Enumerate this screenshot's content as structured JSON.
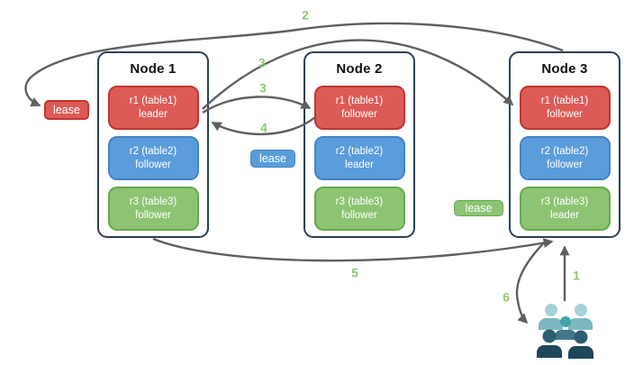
{
  "nodes": [
    {
      "title": "Node 1",
      "replicas": [
        {
          "name": "r1 (table1)",
          "role": "leader",
          "color": "red"
        },
        {
          "name": "r2 (table2)",
          "role": "follower",
          "color": "blue"
        },
        {
          "name": "r3 (table3)",
          "role": "follower",
          "color": "green"
        }
      ]
    },
    {
      "title": "Node 2",
      "replicas": [
        {
          "name": "r1 (table1)",
          "role": "follower",
          "color": "red"
        },
        {
          "name": "r2 (table2)",
          "role": "leader",
          "color": "blue"
        },
        {
          "name": "r3 (table3)",
          "role": "follower",
          "color": "green"
        }
      ]
    },
    {
      "title": "Node 3",
      "replicas": [
        {
          "name": "r1 (table1)",
          "role": "follower",
          "color": "red"
        },
        {
          "name": "r2 (table2)",
          "role": "follower",
          "color": "blue"
        },
        {
          "name": "r3 (table3)",
          "role": "leader",
          "color": "green"
        }
      ]
    }
  ],
  "leases": [
    {
      "label": "lease",
      "color": "red"
    },
    {
      "label": "lease",
      "color": "blue"
    },
    {
      "label": "lease",
      "color": "green"
    }
  ],
  "steps": {
    "s1": "1",
    "s2": "2",
    "s3a": "3",
    "s3b": "3",
    "s4": "4",
    "s5": "5",
    "s6": "6"
  },
  "icons": {
    "users_group": "users-icon"
  },
  "colors": {
    "node_bg": "#ffffff",
    "node_border": "#2b4055",
    "title_text": "#111111",
    "text_on_color": "#ffffff",
    "red_fill": "#dc5b56",
    "red_border": "#bf3530",
    "blue_fill": "#5b9cdb",
    "blue_border": "#4385c6",
    "green_fill": "#8dc473",
    "green_border": "#68a84e",
    "arrow": "#5f5f5f",
    "step_number": "#8cc872",
    "user_light_head": "#a4d3d7",
    "user_light_body": "#7eb7bf",
    "user_teal_head": "#3fa3ab",
    "user_slate_body": "#41768a",
    "user_dark_head": "#2e5d70",
    "user_dark_body": "#1f4659"
  }
}
